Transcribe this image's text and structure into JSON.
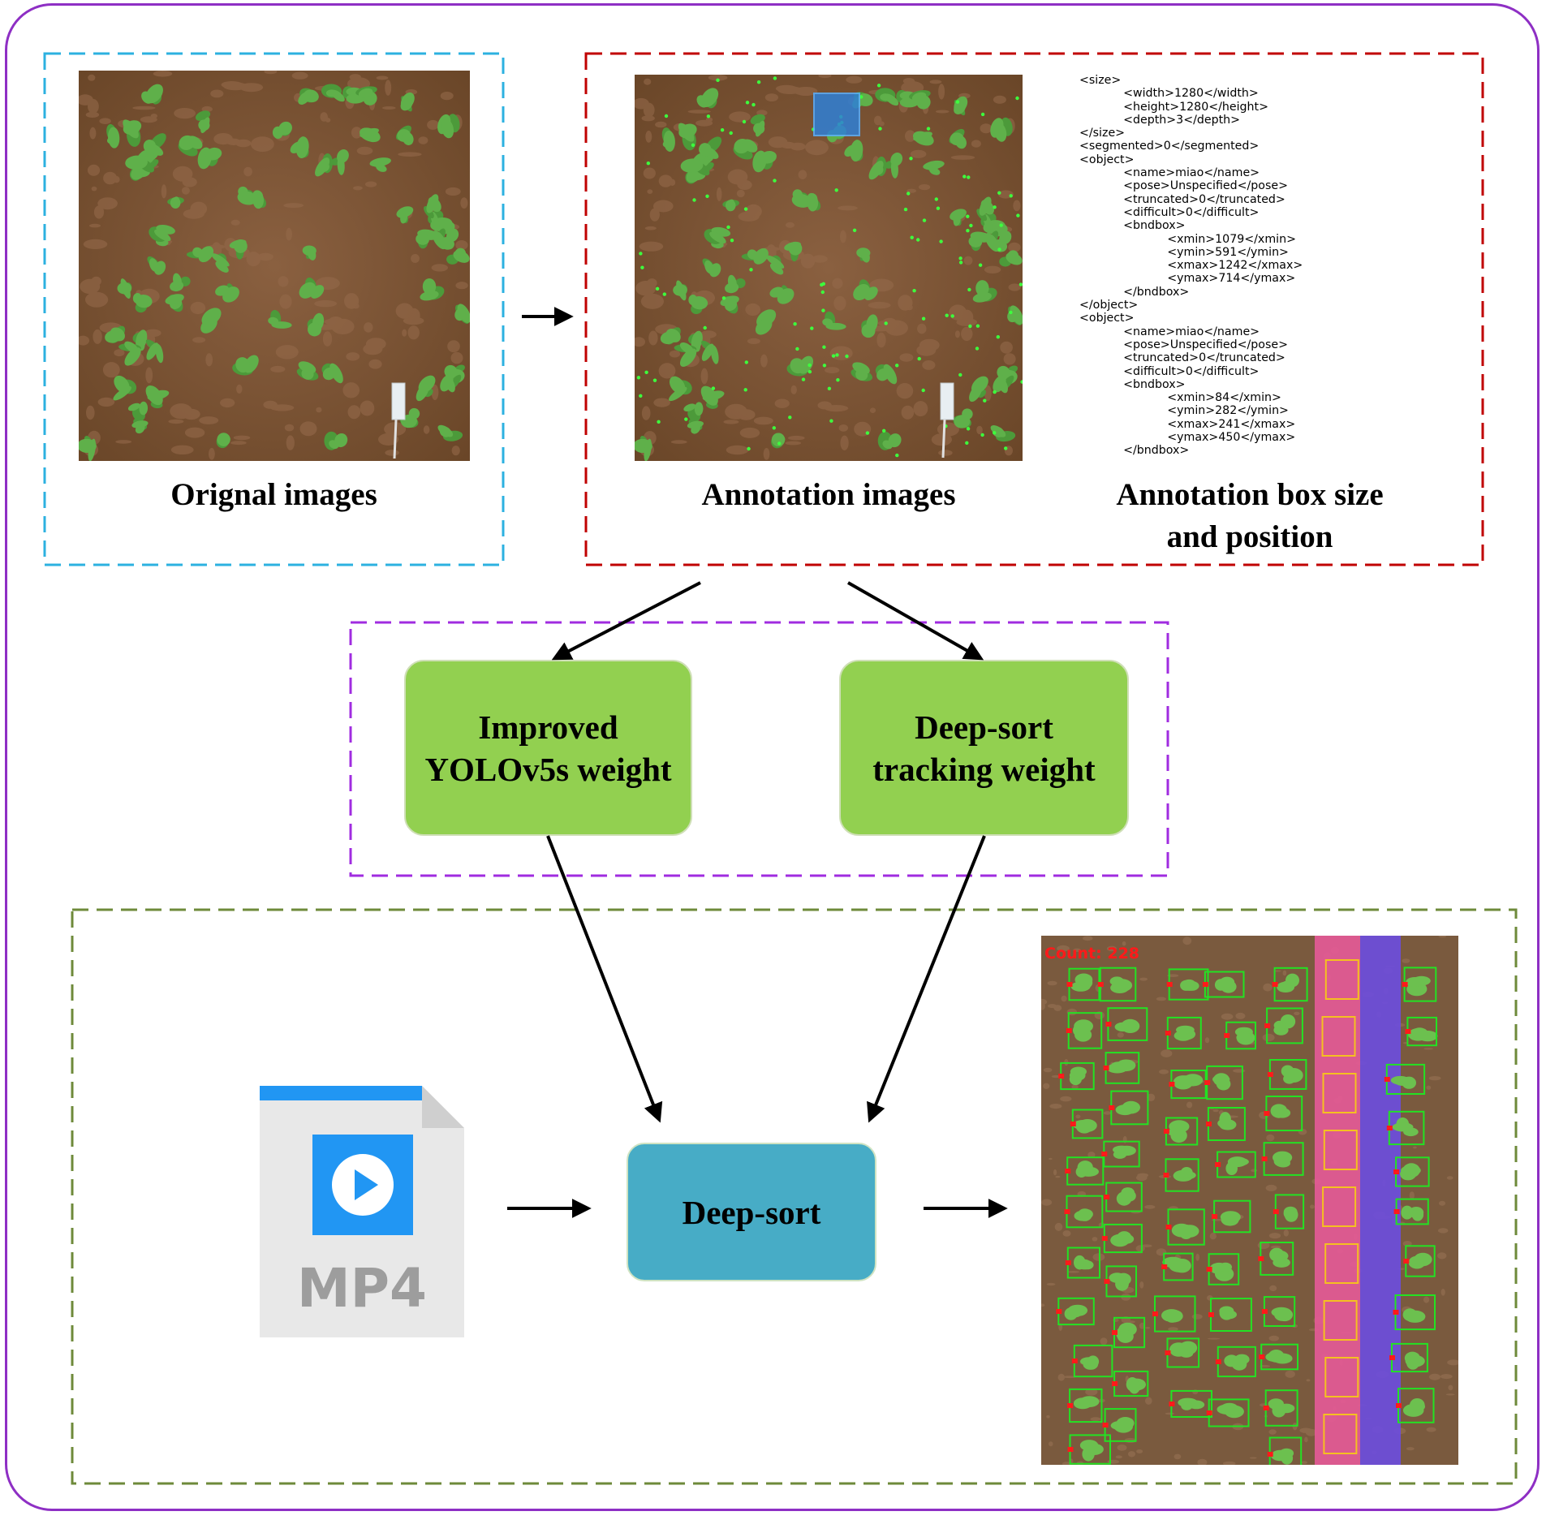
{
  "captions": {
    "original": "Orignal images",
    "annotation": "Annotation images",
    "box_size_line1": "Annotation box size",
    "box_size_line2": "and position"
  },
  "xml_lines": [
    "<size>",
    "            <width>1280</width>",
    "            <height>1280</height>",
    "            <depth>3</depth>",
    "</size>",
    "<segmented>0</segmented>",
    "<object>",
    "            <name>miao</name>",
    "            <pose>Unspecified</pose>",
    "            <truncated>0</truncated>",
    "            <difficult>0</difficult>",
    "            <bndbox>",
    "                        <xmin>1079</xmin>",
    "                        <ymin>591</ymin>",
    "                        <xmax>1242</xmax>",
    "                        <ymax>714</ymax>",
    "            </bndbox>",
    "</object>",
    "<object>",
    "            <name>miao</name>",
    "            <pose>Unspecified</pose>",
    "            <truncated>0</truncated>",
    "            <difficult>0</difficult>",
    "            <bndbox>",
    "                        <xmin>84</xmin>",
    "                        <ymin>282</ymin>",
    "                        <xmax>241</xmax>",
    "                        <ymax>450</ymax>",
    "            </bndbox>"
  ],
  "weights": {
    "yolo_line1": "Improved",
    "yolo_line2": "YOLOv5s weight",
    "deepsort_line1": "Deep-sort",
    "deepsort_line2": "tracking weight"
  },
  "process": {
    "deepsort_label": "Deep-sort"
  },
  "video_file": {
    "label": "MP4",
    "icon": "play-icon"
  },
  "result": {
    "count_text": "Count: 228"
  },
  "colors": {
    "outer_border": "#8e2fc4",
    "input_box": "#2cb1e0",
    "annotation_box": "#c00000",
    "weights_box": "#a02ce0",
    "pipeline_box": "#6e8a3a",
    "weight_fill": "#92d050",
    "deepsort_fill": "#47acc6",
    "soil": "#7a5535",
    "leaf": "#4c9a3a"
  }
}
